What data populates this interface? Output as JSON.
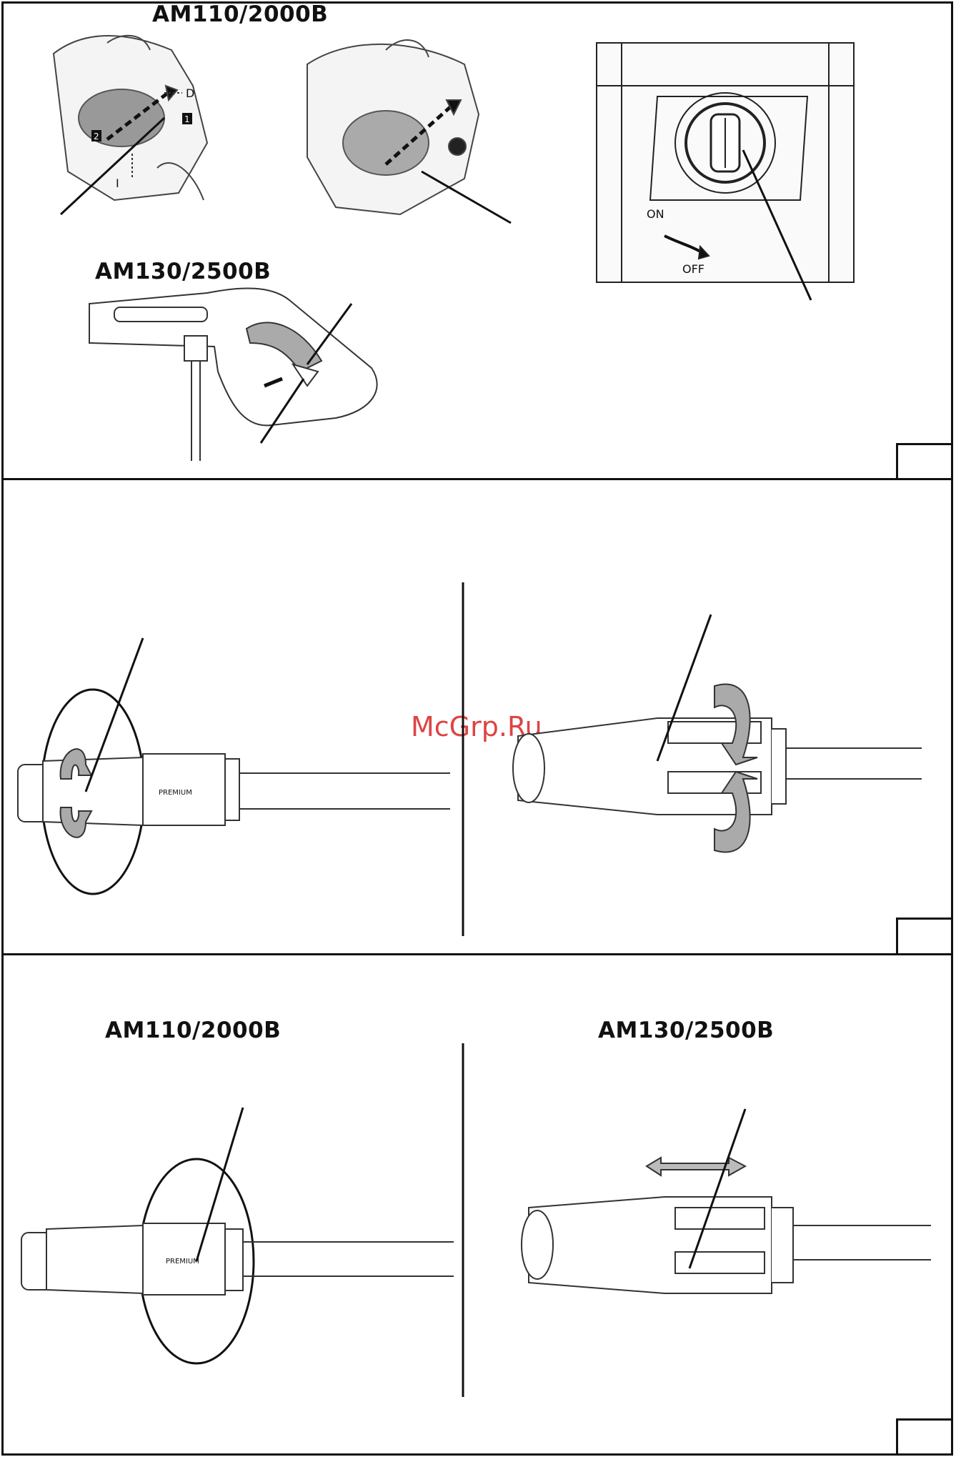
{
  "section_top": {
    "label_left": "AM110/2000B",
    "label_gun": "AM130/2500B",
    "marker_d": "D",
    "marker_1": "1",
    "marker_2": "2",
    "marker_i": "I",
    "switch_on": "ON",
    "switch_off": "OFF"
  },
  "section_middle": {
    "watermark": "McGrp.Ru",
    "brand_text": "PREMIUM"
  },
  "section_bottom": {
    "label_left": "AM110/2000B",
    "label_right": "AM130/2500B",
    "brand_text": "PREMIUM"
  }
}
